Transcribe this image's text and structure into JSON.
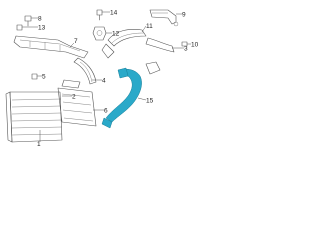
{
  "callouts": [
    {
      "id": "c1",
      "text": "1"
    },
    {
      "id": "c2",
      "text": "2"
    },
    {
      "id": "c3",
      "text": "3"
    },
    {
      "id": "c4",
      "text": "4"
    },
    {
      "id": "c5",
      "text": "5"
    },
    {
      "id": "c6",
      "text": "6"
    },
    {
      "id": "c7",
      "text": "7"
    },
    {
      "id": "c8",
      "text": "8"
    },
    {
      "id": "c9",
      "text": "9"
    },
    {
      "id": "c10",
      "text": "10"
    },
    {
      "id": "c11",
      "text": "11"
    },
    {
      "id": "c12",
      "text": "12"
    },
    {
      "id": "c13",
      "text": "13"
    },
    {
      "id": "c14",
      "text": "14"
    },
    {
      "id": "c15",
      "text": "15"
    }
  ],
  "highlight_color": "#2aa9c9",
  "line_color": "#555555"
}
